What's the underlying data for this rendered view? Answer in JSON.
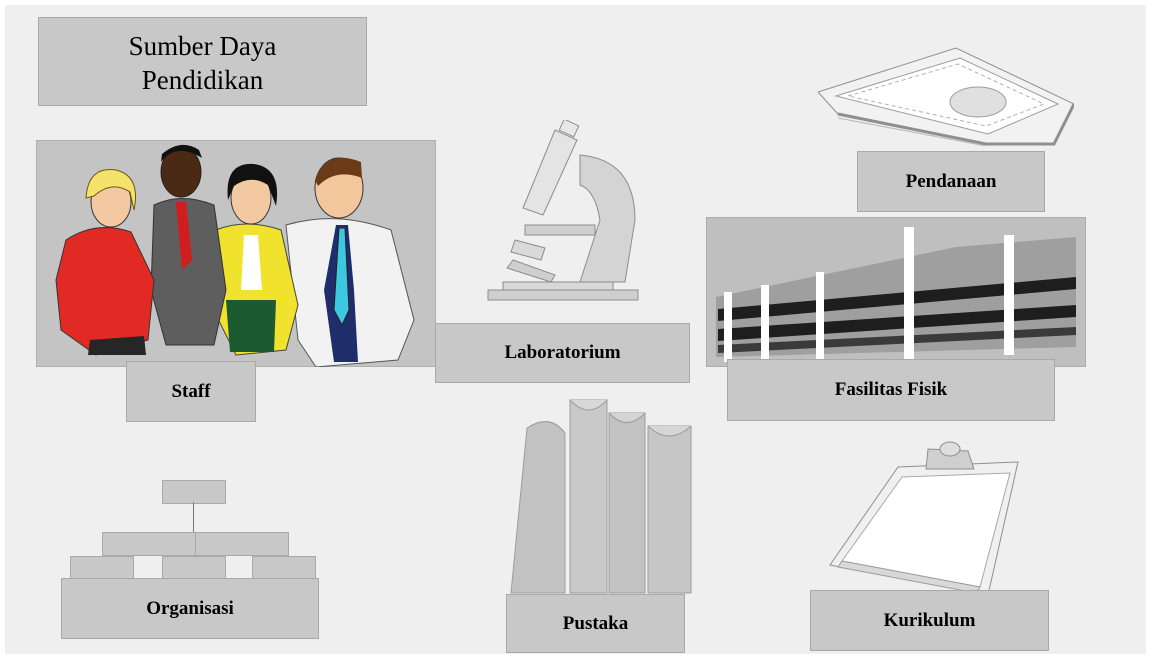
{
  "title": {
    "line1": "Sumber Daya",
    "line2": "Pendidikan"
  },
  "labels": {
    "staff": "Staff",
    "laboratorium": "Laboratorium",
    "pendanaan": "Pendanaan",
    "fasilitas_fisik": "Fasilitas Fisik",
    "organisasi": "Organisasi",
    "pustaka": "Pustaka",
    "kurikulum": "Kurikulum"
  },
  "colors": {
    "background": "#efefef",
    "label_box": "#c8c8c8",
    "clipart_gray": "#b9b9b9"
  }
}
